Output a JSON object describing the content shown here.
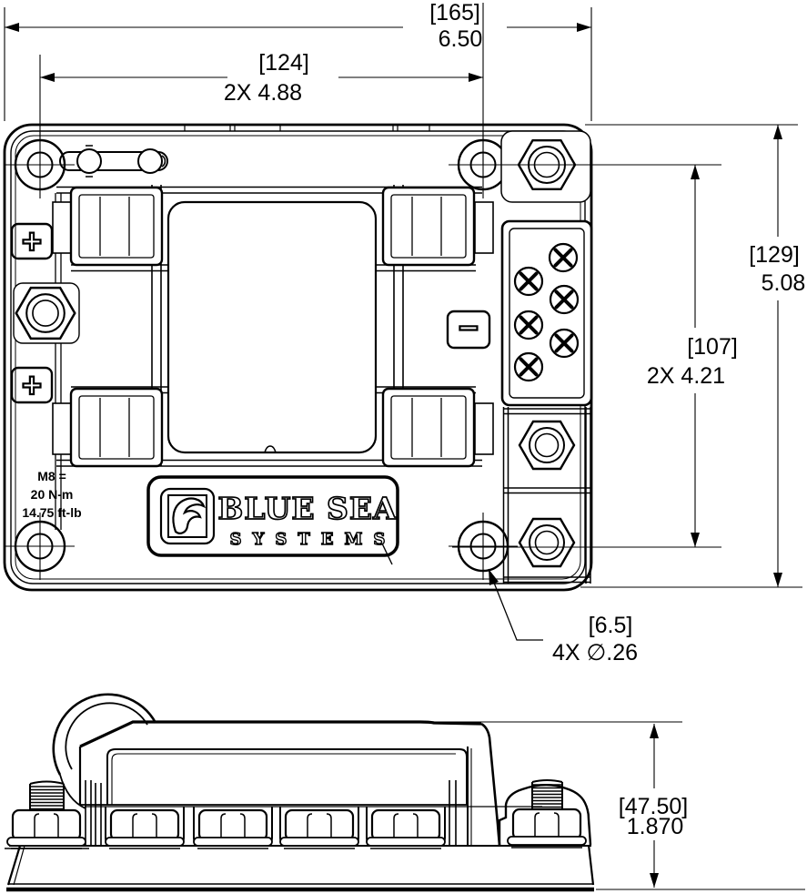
{
  "page": {
    "background": "#ffffff",
    "line_color": "#000000"
  },
  "views": {
    "front": {
      "torque_note": {
        "line1": "M8 =",
        "line2": "20 N-m",
        "line3": "14.75 ft-lb"
      },
      "logo": {
        "name": "BLUE SEA",
        "sub": "SYSTEMS"
      },
      "badges": {
        "positive": "+",
        "negative": "−"
      }
    },
    "dimensions": {
      "overall_width": {
        "metric": "[165]",
        "inch": "6.50"
      },
      "mount_hole_spacing_x": {
        "metric": "[124]",
        "inch": "2X 4.88"
      },
      "overall_height": {
        "metric": "[129]",
        "inch": "5.08"
      },
      "mount_hole_spacing_y": {
        "metric": "[107]",
        "inch": "2X 4.21"
      },
      "mount_hole_diameter": {
        "metric": "[6.5]",
        "inch": "4X ∅.26"
      },
      "side_height": {
        "metric": "[47.50]",
        "inch": "1.870"
      }
    }
  }
}
